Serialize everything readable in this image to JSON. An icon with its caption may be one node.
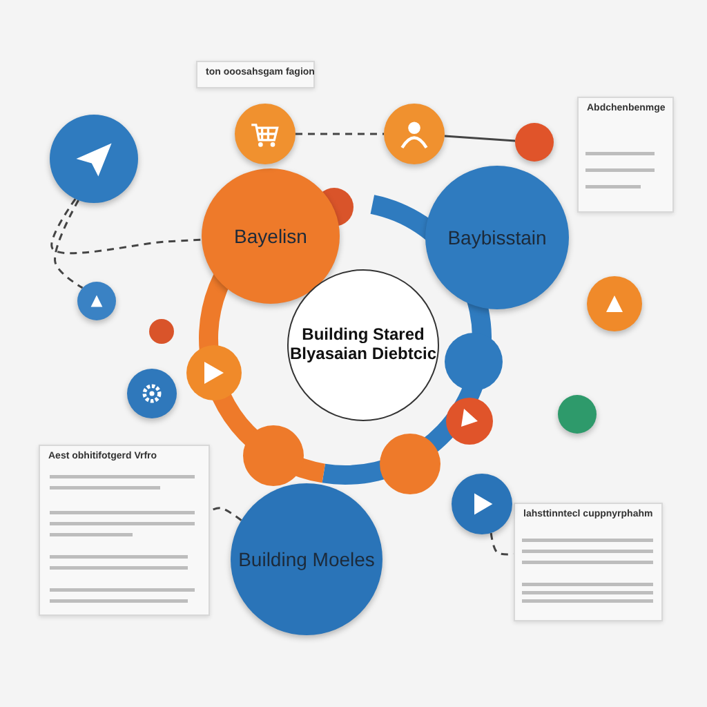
{
  "diagram": {
    "nodes": [
      {
        "text": [
          "ton ooosahsgam fagion"
        ]
      },
      {
        "text": [
          "Abdchenbenmge"
        ]
      },
      {
        "text": [
          "Aest obhitifotgerd Vrfro"
        ]
      },
      {
        "text": [
          "lahsttinntecl cuppnyrphahm"
        ]
      },
      {
        "text": [
          "Bayelisn"
        ]
      },
      {
        "text": [
          "Baybisstain"
        ]
      },
      {
        "text": [
          "Building Stared Blyasaian Diebtcic"
        ]
      },
      {
        "text": [
          "Building Moeles"
        ]
      },
      {
        "text": [],
        "shape": "circle"
      },
      {
        "text": [],
        "shape": "circle"
      },
      {
        "text": [],
        "shape": "circle"
      },
      {
        "text": [],
        "shape": "circle"
      },
      {
        "text": [],
        "shape": "circle"
      },
      {
        "text": [],
        "shape": "circle"
      },
      {
        "text": [],
        "shape": "circle"
      },
      {
        "text": [],
        "shape": "circle"
      },
      {
        "text": [],
        "shape": "circle"
      }
    ],
    "edges": [
      {
        "from": 8,
        "to": 4,
        "arrow": "none",
        "style": "dashed"
      },
      {
        "from": 8,
        "to": 12,
        "arrow": "none",
        "style": "dashed"
      },
      {
        "from": 9,
        "to": 10,
        "arrow": "none",
        "style": "dashed"
      },
      {
        "from": 10,
        "to": 11,
        "arrow": "none"
      },
      {
        "from": 7,
        "to": 2,
        "arrow": "none",
        "style": "dashed"
      },
      {
        "from": 14,
        "to": 3,
        "arrow": "none",
        "style": "dashed"
      }
    ]
  }
}
